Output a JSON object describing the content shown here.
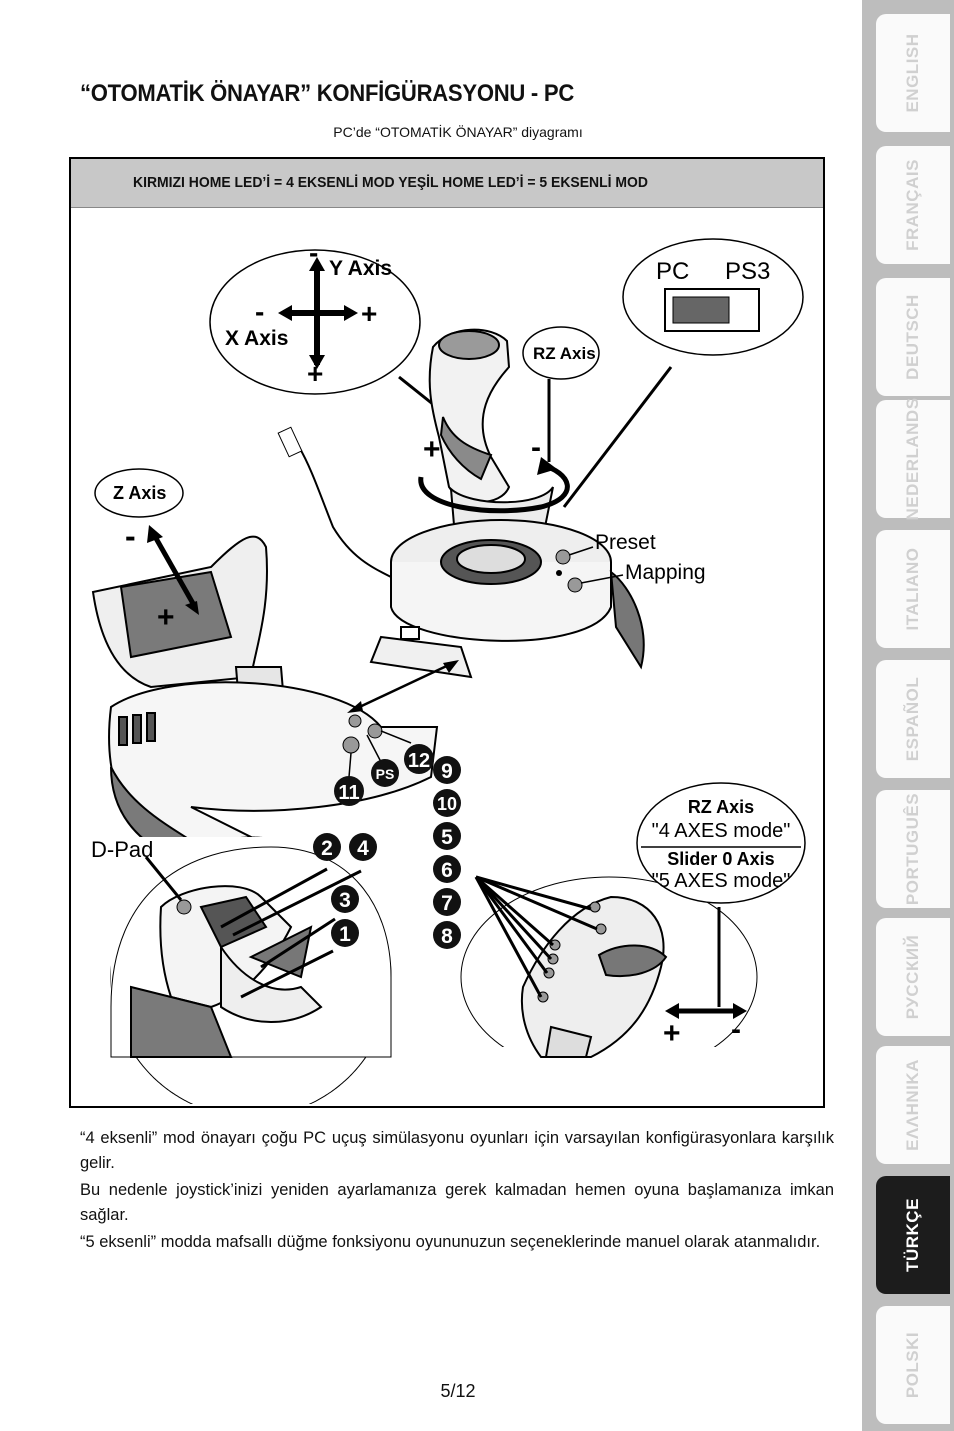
{
  "page": {
    "title": "“OTOMATİK ÖNAYAR” KONFİGÜRASYONU - PC",
    "subtitle": "PC’de “OTOMATİK ÖNAYAR” diyagramı",
    "banner": "KIRMIZI HOME LED’İ = 4 EKSENLİ MOD YEŞİL HOME LED’İ = 5 EKSENLİ MOD",
    "paragraphs": [
      "“4 eksenli” mod önayarı çoğu PC uçuş simülasyonu oyunları için varsayılan konfigürasyonlara karşılık gelir.",
      "Bu nedenle joystick’inizi yeniden ayarlamanıza gerek kalmadan hemen oyuna başlamanıza imkan sağlar.",
      "“5 eksenli” modda mafsallı düğme fonksiyonu oyununuzun seçeneklerinde manuel olarak atanmalıdır."
    ],
    "page_number": "5/12"
  },
  "diagram": {
    "y_axis": "Y Axis",
    "x_axis": "X Axis",
    "minus": "-",
    "plus": "+",
    "pc": "PC",
    "ps3": "PS3",
    "rz_axis": "RZ Axis",
    "z_axis": "Z Axis",
    "preset": "Preset",
    "mapping": "Mapping",
    "dpad": "D-Pad",
    "ps": "PS",
    "btn_1": "1",
    "btn_2": "2",
    "btn_3": "3",
    "btn_4": "4",
    "btn_5": "5",
    "btn_6": "6",
    "btn_7": "7",
    "btn_8": "8",
    "btn_9": "9",
    "btn_10": "10",
    "btn_11": "11",
    "btn_12": "12",
    "rz_mode_title": "RZ Axis",
    "rz_mode_sub": "\"4 AXES mode\"",
    "slider_title": "Slider 0 Axis",
    "slider_sub": "\"5 AXES mode\""
  },
  "tabs": [
    "ENGLISH",
    "FRANÇAIS",
    "DEUTSCH",
    "NEDERLANDS",
    "ITALIANO",
    "ESPAÑOL",
    "PORTUGUÊS",
    "РУССКИЙ",
    "ΕΛΛΗΝΙΚΑ",
    "TÜRKÇE",
    "POLSKI"
  ],
  "active_tab": "TÜRKÇE"
}
